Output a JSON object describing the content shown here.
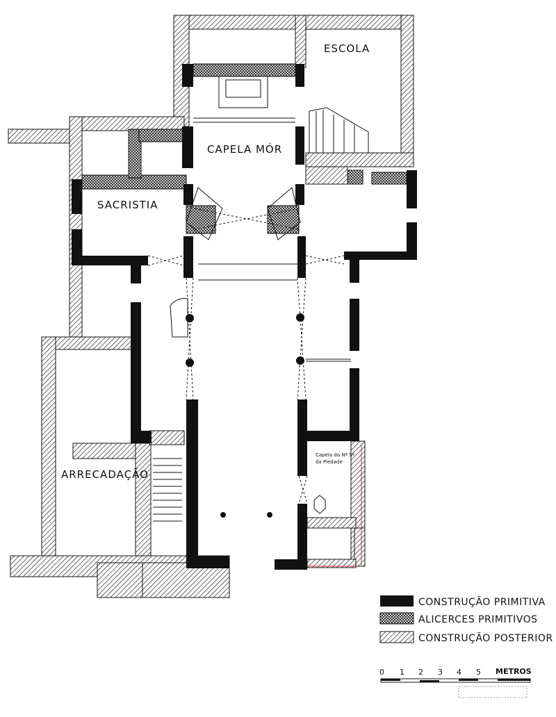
{
  "rooms": {
    "escola": "ESCOLA",
    "capela_mor": "CAPELA MÓR",
    "sacristia": "SACRISTIA",
    "arrecadacao": "ARRECADAÇÃO",
    "capela_piedade_1": "Capela da Nª Sª",
    "capela_piedade_2": "da Piedade"
  },
  "legend": [
    {
      "label": "CONSTRUÇÃO PRIMITIVA",
      "pattern": "solid"
    },
    {
      "label": "ALICERCES PRIMITIVOS",
      "pattern": "crosshatch"
    },
    {
      "label": "CONSTRUÇÃO POSTERIOR",
      "pattern": "hatch"
    }
  ],
  "scale": {
    "ticks": [
      "0",
      "1",
      "2",
      "3",
      "4",
      "5"
    ],
    "unit": "METROS"
  },
  "colors": {
    "ink": "#111111",
    "accent": "#cc3333"
  }
}
